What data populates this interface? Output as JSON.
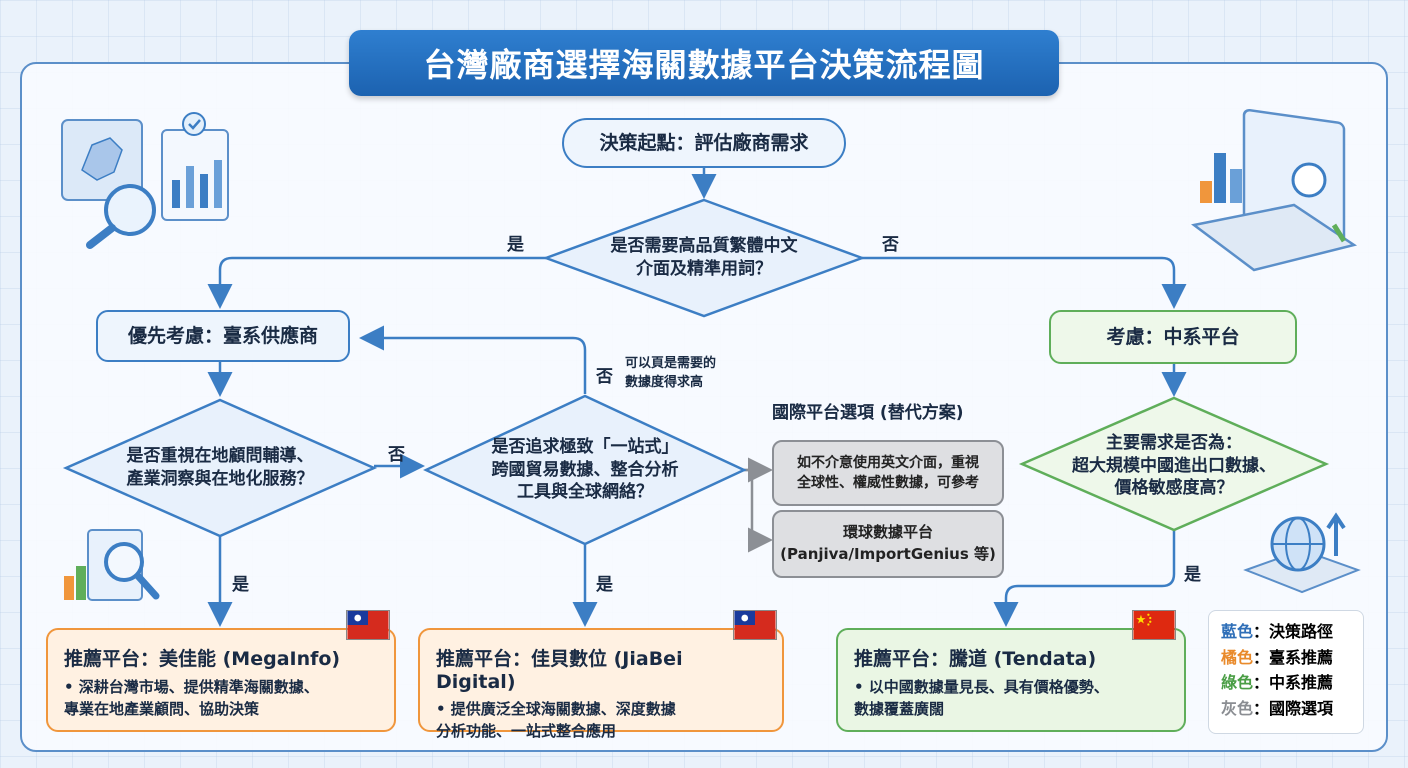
{
  "title": "台灣廠商選擇海關數據平台決策流程圖",
  "nodes": {
    "start": "決策起點：評估廠商需求",
    "q1": "是否需要高品質繁體中文\n介面及精準用詞？",
    "taiwan": "優先考慮：臺系供應商",
    "china": "考慮：中系平台",
    "q2": "是否重視在地顧問輔導、\n產業洞察與在地化服務？",
    "q3": "是否追求極致「一站式」\n跨國貿易數據、整合分析\n工具與全球網絡？",
    "q4": "主要需求是否為：\n超大規模中國進出口數據、\n價格敏感度高？"
  },
  "labels": {
    "yes": "是",
    "no": "否",
    "q3_no_note": "可以頁是需要的\n數據度得求高"
  },
  "international": {
    "heading": "國際平台選項 (替代方案)",
    "note": "如不介意使用英文介面，重視\n全球性、權威性數據，可參考",
    "platform": "環球數據平台\n(Panjiva/ImportGenius 等)"
  },
  "recommendations": [
    {
      "title": "推薦平台：美佳能 (MegaInfo)",
      "desc": "• 深耕台灣市場、提供精準海關數據、\n  專業在地產業顧問、協助決策"
    },
    {
      "title": "推薦平台：佳貝數位 (JiaBei Digital)",
      "desc": "• 提供廣泛全球海關數據、深度數據\n  分析功能、一站式整合應用"
    },
    {
      "title": "推薦平台：騰道 (Tendata)",
      "desc": "• 以中國數據量見長、具有價格優勢、\n  數據覆蓋廣闊"
    }
  ],
  "legend": [
    {
      "name": "藍色",
      "desc": "：決策路徑",
      "color": "#2f6fb8"
    },
    {
      "name": "橘色",
      "desc": "：臺系推薦",
      "color": "#e98a2b"
    },
    {
      "name": "綠色",
      "desc": "：中系推薦",
      "color": "#4a9e45"
    },
    {
      "name": "灰色",
      "desc": "：國際選項",
      "color": "#8a8d92"
    }
  ],
  "colors": {
    "blue": "#3c7ec4",
    "orange": "#f0963c",
    "green": "#5fae5a",
    "gray": "#8c8f95"
  },
  "icons": [
    "map-magnifier-icon",
    "chart-check-icon",
    "laptop-chart-icon",
    "magnifier-chart-icon",
    "globe-arrow-icon",
    "taiwan-flag-icon",
    "china-flag-icon"
  ]
}
